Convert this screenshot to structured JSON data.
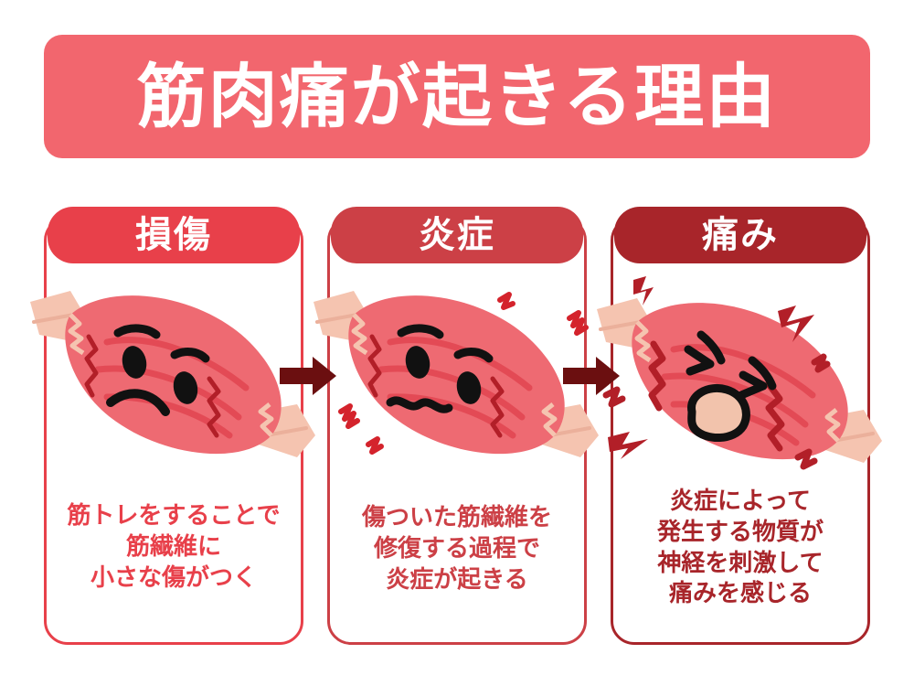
{
  "header": {
    "title": "筋肉痛が起きる理由",
    "banner_color": "#F2666E",
    "title_color": "#ffffff"
  },
  "colors": {
    "background": "#ffffff",
    "stage1": "#E8404A",
    "stage2": "#CC4046",
    "stage3": "#A8252A",
    "arrow": "#6B0F10",
    "muscle_body": "#EE6A72",
    "muscle_stripe": "#E34A55",
    "tendon": "#F5C4B0",
    "crack": "#B21F28",
    "mouth_inner": "#F2C3AC",
    "face": "#111111"
  },
  "steps": [
    {
      "id": "damage",
      "header": "損傷",
      "header_color": "#E8404A",
      "caption_color": "#E8404A",
      "caption_lines": [
        "筋トレをすることで",
        "筋繊維に",
        "小さな傷がつく"
      ],
      "illustration": "muscle-sad-face-with-cracks",
      "effects": []
    },
    {
      "id": "inflammation",
      "header": "炎症",
      "header_color": "#CC4046",
      "caption_color": "#CC4046",
      "caption_lines": [
        "傷ついた筋繊維を",
        "修復する過程で",
        "炎症が起きる"
      ],
      "illustration": "muscle-sad-face-with-cracks",
      "effects": [
        "heat-wave-squiggle",
        "heat-wave-squiggle",
        "heat-wave-squiggle",
        "heat-wave-squiggle"
      ]
    },
    {
      "id": "pain",
      "header": "痛み",
      "header_color": "#A8252A",
      "caption_color": "#A8252A",
      "caption_lines": [
        "炎症によって",
        "発生する物質が",
        "神経を刺激して",
        "痛みを感じる"
      ],
      "illustration": "muscle-crying-face-open-mouth",
      "effects": [
        "lightning-bolt",
        "lightning-bolt",
        "lightning-bolt",
        "lightning-bolt",
        "lightning-bolt",
        "lightning-bolt"
      ]
    }
  ],
  "arrows": [
    {
      "id": "arrow-1",
      "direction": "right",
      "color": "#6B0F10"
    },
    {
      "id": "arrow-2",
      "direction": "right",
      "color": "#6B0F10"
    }
  ]
}
